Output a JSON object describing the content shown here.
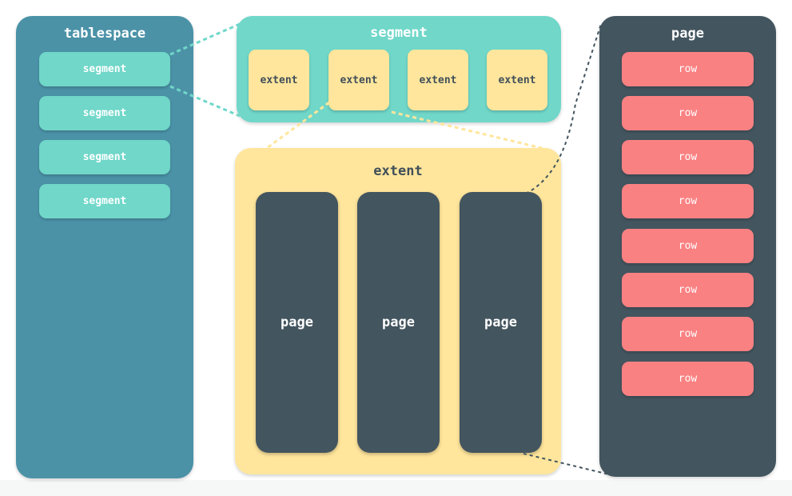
{
  "tablespace": {
    "title": "tablespace",
    "segments": [
      "segment",
      "segment",
      "segment",
      "segment"
    ]
  },
  "segment": {
    "title": "segment",
    "extents": [
      "extent",
      "extent",
      "extent",
      "extent"
    ]
  },
  "extent": {
    "title": "extent",
    "pages": [
      "page",
      "page",
      "page"
    ]
  },
  "page": {
    "title": "page",
    "rows": [
      "row",
      "row",
      "row",
      "row",
      "row",
      "row",
      "row",
      "row"
    ]
  },
  "colors": {
    "tablespace": "#4b92a7",
    "segment": "#70d7c9",
    "extent": "#ffe69c",
    "page": "#43555f",
    "row": "#fa8182"
  }
}
